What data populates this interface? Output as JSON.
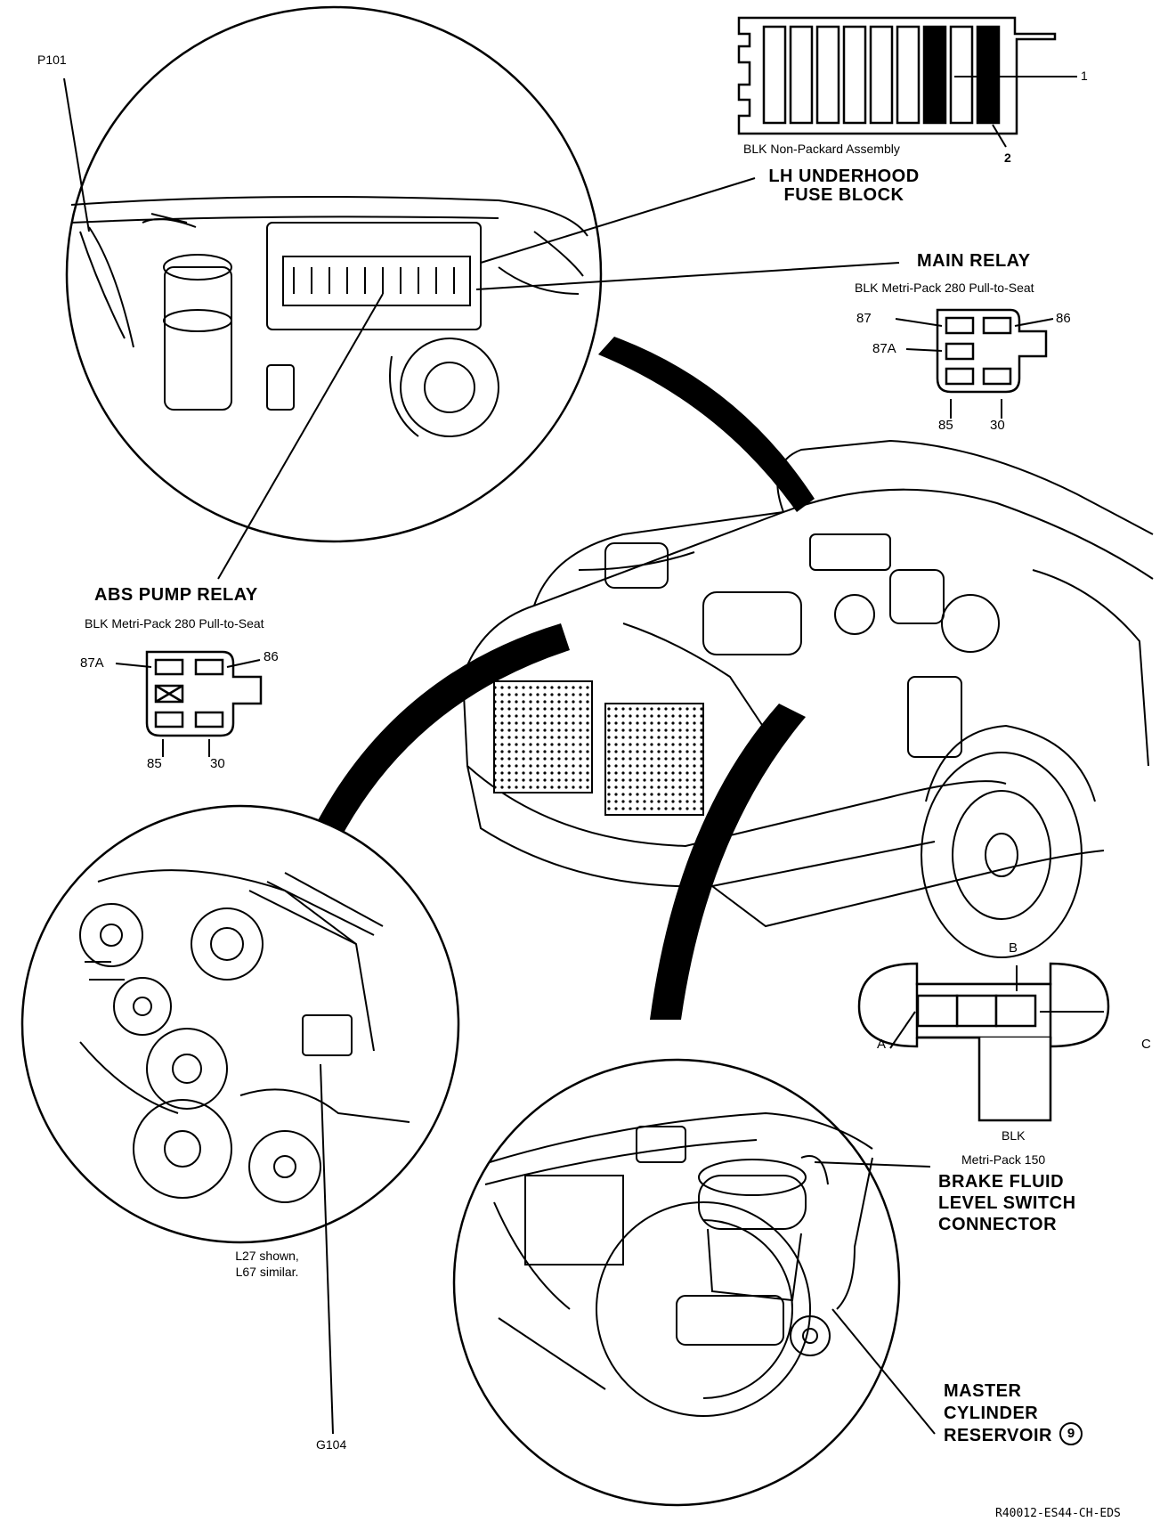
{
  "labels": {
    "p101": "P101",
    "fuse_part1": "1",
    "fuse_part2": "2",
    "fuse_assembly": "BLK Non-Packard Assembly",
    "lh_fuse_block": "LH UNDERHOOD\nFUSE BLOCK",
    "main_relay": "MAIN RELAY",
    "main_relay_type": "BLK Metri-Pack 280 Pull-to-Seat",
    "abs_pump_relay": "ABS PUMP RELAY",
    "abs_relay_type": "BLK Metri-Pack 280 Pull-to-Seat",
    "engine_note": "L27 shown,\nL67 similar.",
    "g104": "G104",
    "brake_connector_color": "BLK",
    "brake_connector_type": "Metri-Pack 150",
    "brake_fluid_switch": "BRAKE FLUID\nLEVEL SWITCH\nCONNECTOR",
    "master_cylinder": "MASTER\nCYLINDER\nRESERVOIR",
    "master_cylinder_ref": "9",
    "figure_code": "R40012-ES44-CH-EDS"
  },
  "main_relay_pins": {
    "p87": "87",
    "p86": "86",
    "p87a": "87A",
    "p85": "85",
    "p30": "30"
  },
  "abs_relay_pins": {
    "p87a": "87A",
    "p86": "86",
    "p85": "85",
    "p30": "30"
  },
  "brake_pins": {
    "a": "A",
    "b": "B",
    "c": "C"
  }
}
